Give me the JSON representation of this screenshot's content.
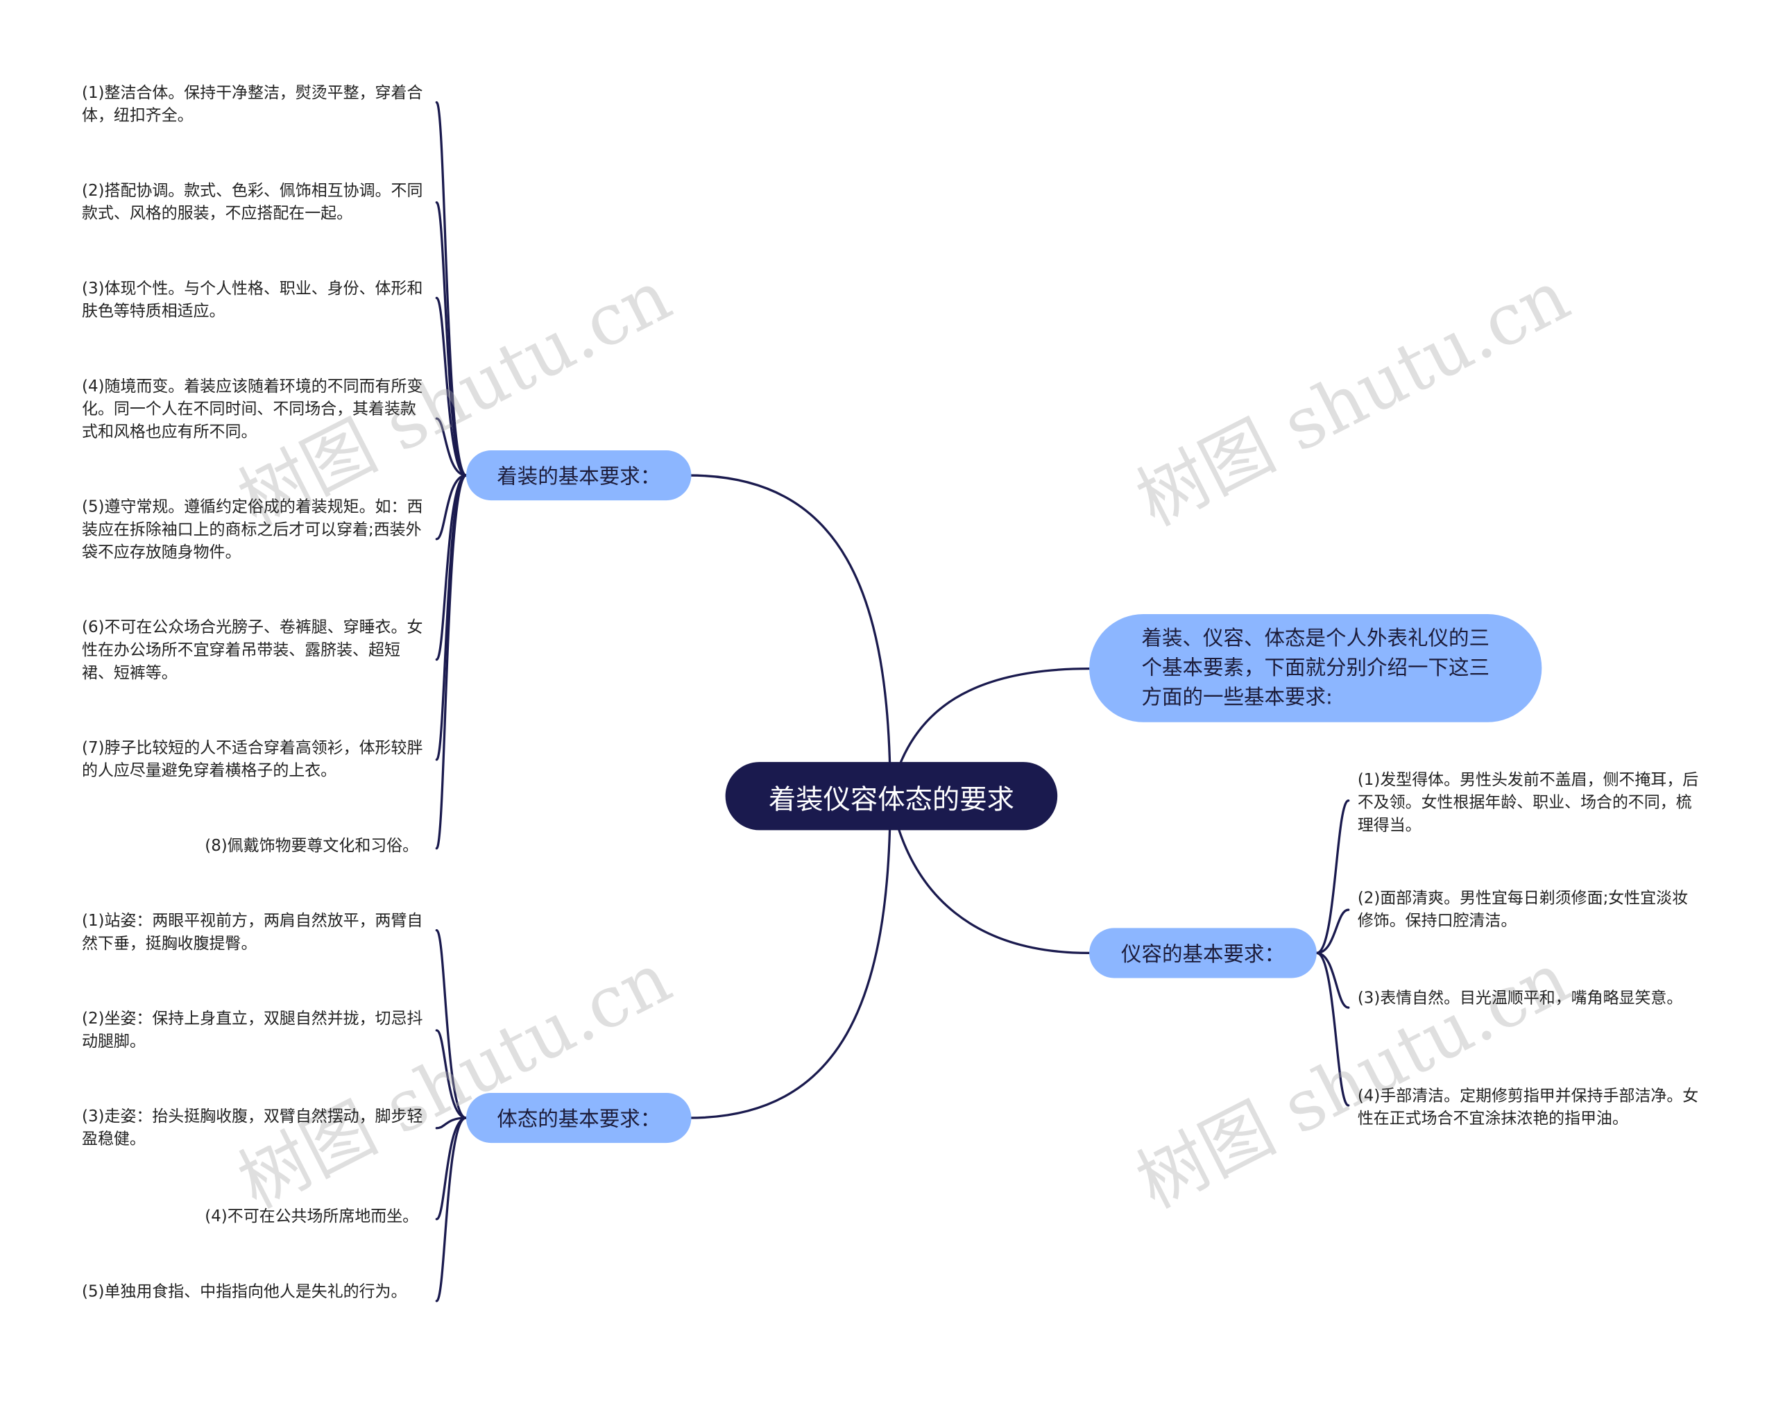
{
  "root": "着装仪容体态的要求",
  "intro": "着装、仪容、体态是个人外表礼仪的三个基本要素，下面就分别介绍一下这三方面的一些基本要求:",
  "branches": {
    "dress": {
      "label": "着装的基本要求：",
      "items": [
        "(1)整洁合体。保持干净整洁，熨烫平整，穿着合体，纽扣齐全。",
        "(2)搭配协调。款式、色彩、佩饰相互协调。不同款式、风格的服装，不应搭配在一起。",
        "(3)体现个性。与个人性格、职业、身份、体形和肤色等特质相适应。",
        "(4)随境而变。着装应该随着环境的不同而有所变化。同一个人在不同时间、不同场合，其着装款式和风格也应有所不同。",
        "(5)遵守常规。遵循约定俗成的着装规矩。如：西装应在拆除袖口上的商标之后才可以穿着;西装外袋不应存放随身物件。",
        "(6)不可在公众场合光膀子、卷裤腿、穿睡衣。女性在办公场所不宜穿着吊带装、露脐装、超短裙、短裤等。",
        "(7)脖子比较短的人不适合穿着高领衫，体形较胖的人应尽量避免穿着横格子的上衣。",
        "(8)佩戴饰物要尊文化和习俗。"
      ]
    },
    "posture": {
      "label": "体态的基本要求：",
      "items": [
        "(1)站姿：两眼平视前方，两肩自然放平，两臂自然下垂，挺胸收腹提臀。",
        "(2)坐姿：保持上身直立，双腿自然并拢，切忌抖动腿脚。",
        "(3)走姿：抬头挺胸收腹，双臂自然摆动，脚步轻盈稳健。",
        "(4)不可在公共场所席地而坐。",
        "(5)单独用食指、中指指向他人是失礼的行为。"
      ]
    },
    "appearance": {
      "label": "仪容的基本要求：",
      "items": [
        "(1)发型得体。男性头发前不盖眉，侧不掩耳，后不及领。女性根据年龄、职业、场合的不同，梳理得当。",
        "(2)面部清爽。男性宜每日剃须修面;女性宜淡妆修饰。保持口腔清洁。",
        "(3)表情自然。目光温顺平和，嘴角略显笑意。",
        "(4)手部清洁。定期修剪指甲并保持手部洁净。女性在正式场合不宜涂抹浓艳的指甲油。"
      ]
    }
  },
  "watermark": "树图 shutu.cn",
  "colors": {
    "root_bg": "#1a1a4e",
    "branch_bg": "#8cb6ff",
    "line": "#1a1a4e"
  }
}
